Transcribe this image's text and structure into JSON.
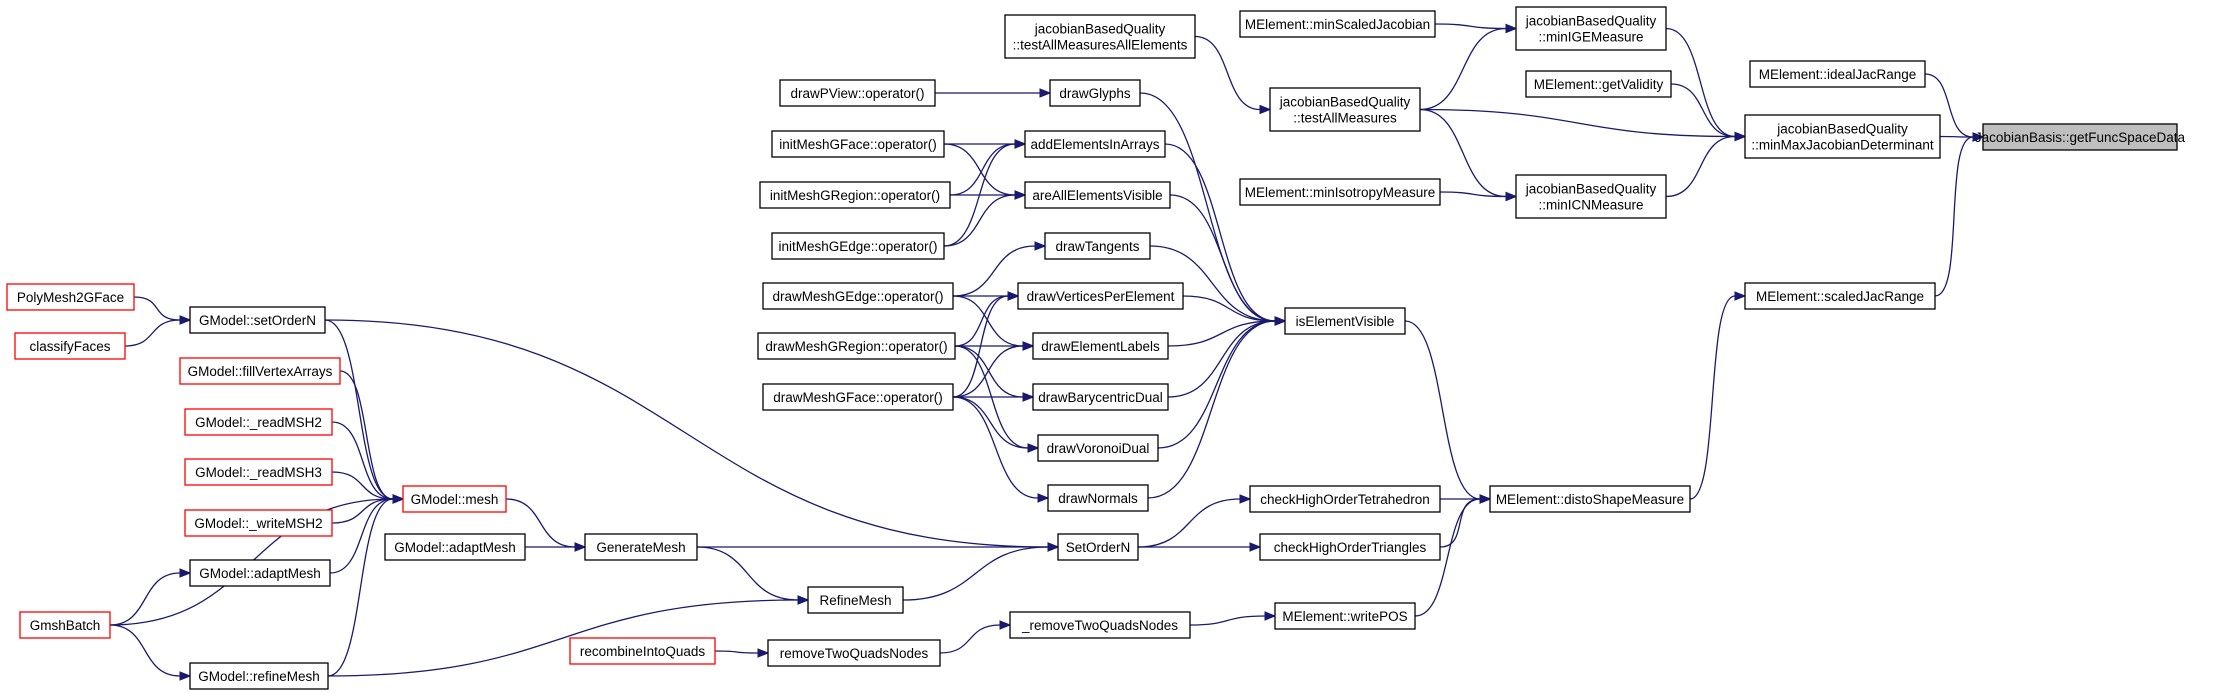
{
  "graph": {
    "title": "",
    "colors": {
      "edge": "#191970",
      "node_border": "#000000",
      "truncated_border": "#ff0000",
      "root_fill": "#bfbfbf"
    },
    "nodes": {
      "n_root": {
        "lines": [
          "JacobianBasis::getFuncSpaceData"
        ]
      },
      "n_idealJac": {
        "lines": [
          "MElement::idealJacRange"
        ]
      },
      "n_minMaxJac": {
        "lines": [
          "jacobianBasedQuality",
          "::minMaxJacobianDeterminant"
        ]
      },
      "n_scaledJac": {
        "lines": [
          "MElement::scaledJacRange"
        ]
      },
      "n_minIGE": {
        "lines": [
          "jacobianBasedQuality",
          "::minIGEMeasure"
        ]
      },
      "n_getValidity": {
        "lines": [
          "MElement::getValidity"
        ]
      },
      "n_testAll": {
        "lines": [
          "jacobianBasedQuality",
          "::testAllMeasures"
        ]
      },
      "n_minICN": {
        "lines": [
          "jacobianBasedQuality",
          "::minICNMeasure"
        ]
      },
      "n_minScaledJac": {
        "lines": [
          "MElement::minScaledJacobian"
        ]
      },
      "n_testAllElems": {
        "lines": [
          "jacobianBasedQuality",
          "::testAllMeasuresAllElements"
        ]
      },
      "n_minIsotropy": {
        "lines": [
          "MElement::minIsotropyMeasure"
        ]
      },
      "n_distoShape": {
        "lines": [
          "MElement::distoShapeMeasure"
        ]
      },
      "n_isElementVisible": {
        "lines": [
          "isElementVisible"
        ]
      },
      "n_checkHOTet": {
        "lines": [
          "checkHighOrderTetrahedron"
        ]
      },
      "n_checkHOTri": {
        "lines": [
          "checkHighOrderTriangles"
        ]
      },
      "n_writePOS": {
        "lines": [
          "MElement::writePOS"
        ]
      },
      "n_drawGlyphs": {
        "lines": [
          "drawGlyphs"
        ]
      },
      "n_addElems": {
        "lines": [
          "addElementsInArrays"
        ]
      },
      "n_areAllVisible": {
        "lines": [
          "areAllElementsVisible"
        ]
      },
      "n_drawTangents": {
        "lines": [
          "drawTangents"
        ]
      },
      "n_drawVertsPerElem": {
        "lines": [
          "drawVerticesPerElement"
        ]
      },
      "n_drawElemLabels": {
        "lines": [
          "drawElementLabels"
        ]
      },
      "n_drawBary": {
        "lines": [
          "drawBarycentricDual"
        ]
      },
      "n_drawVoronoi": {
        "lines": [
          "drawVoronoiDual"
        ]
      },
      "n_drawNormals": {
        "lines": [
          "drawNormals"
        ]
      },
      "n_setOrderN": {
        "lines": [
          "SetOrderN"
        ]
      },
      "n_removeTwoQuads": {
        "lines": [
          "_removeTwoQuadsNodes"
        ]
      },
      "n_drawPView": {
        "lines": [
          "drawPView::operator()"
        ]
      },
      "n_initMeshGFace": {
        "lines": [
          "initMeshGFace::operator()"
        ]
      },
      "n_initMeshGRegion": {
        "lines": [
          "initMeshGRegion::operator()"
        ]
      },
      "n_initMeshGEdge": {
        "lines": [
          "initMeshGEdge::operator()"
        ]
      },
      "n_drawMeshGEdge": {
        "lines": [
          "drawMeshGEdge::operator()"
        ]
      },
      "n_drawMeshGRegion": {
        "lines": [
          "drawMeshGRegion::operator()"
        ]
      },
      "n_drawMeshGFace": {
        "lines": [
          "drawMeshGFace::operator()"
        ]
      },
      "n_generateMesh": {
        "lines": [
          "GenerateMesh"
        ]
      },
      "n_refineMesh": {
        "lines": [
          "RefineMesh"
        ]
      },
      "n_removeTwoQuadsNodes": {
        "lines": [
          "removeTwoQuadsNodes"
        ]
      },
      "n_gmodelMesh": {
        "lines": [
          "GModel::mesh"
        ]
      },
      "n_gmodelAdaptMesh2": {
        "lines": [
          "GModel::adaptMesh"
        ]
      },
      "n_recombine": {
        "lines": [
          "recombineIntoQuads"
        ]
      },
      "n_gmodelSetOrderN": {
        "lines": [
          "GModel::setOrderN"
        ]
      },
      "n_fillVertexArrays": {
        "lines": [
          "GModel::fillVertexArrays"
        ]
      },
      "n_readMSH2": {
        "lines": [
          "GModel::_readMSH2"
        ]
      },
      "n_readMSH3": {
        "lines": [
          "GModel::_readMSH3"
        ]
      },
      "n_writeMSH2": {
        "lines": [
          "GModel::_writeMSH2"
        ]
      },
      "n_gmodelAdaptMesh": {
        "lines": [
          "GModel::adaptMesh"
        ]
      },
      "n_gmodelRefineMesh": {
        "lines": [
          "GModel::refineMesh"
        ]
      },
      "n_polyMesh2GFace": {
        "lines": [
          "PolyMesh2GFace"
        ]
      },
      "n_classifyFaces": {
        "lines": [
          "classifyFaces"
        ]
      },
      "n_gmshBatch": {
        "lines": [
          "GmshBatch"
        ]
      }
    }
  }
}
